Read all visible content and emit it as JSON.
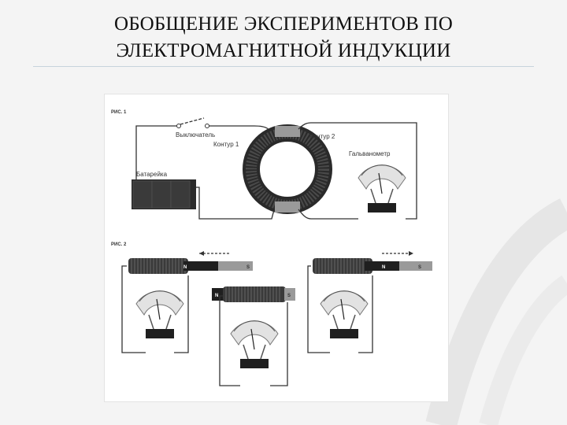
{
  "title": {
    "line1": "ОБОБЩЕНИЕ ЭКСПЕРИМЕНТОВ ПО",
    "line2": "ЭЛЕКТРОМАГНИТНОЙ ИНДУКЦИИ"
  },
  "figure1": {
    "caption": "РИС. 1",
    "switch_label": "Выключатель",
    "coil1_label": "Контур 1",
    "coil2_label": "Контур 2",
    "battery_label": "Батарейка",
    "galvanometer_label": "Гальванометр"
  },
  "figure2": {
    "caption": "РИС. 2",
    "pole_n": "N",
    "pole_s": "S"
  }
}
